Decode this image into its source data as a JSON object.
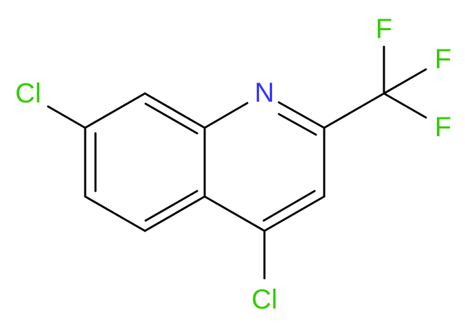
{
  "molecule": {
    "atoms": {
      "cl7": {
        "label": "Cl",
        "color": "#33cc00"
      },
      "n1": {
        "label": "N",
        "color": "#3333ff"
      },
      "cl4": {
        "label": "Cl",
        "color": "#33cc00"
      },
      "f_top": {
        "label": "F",
        "color": "#33cc00"
      },
      "f_right": {
        "label": "F",
        "color": "#33cc00"
      },
      "f_bottom": {
        "label": "F",
        "color": "#33cc00"
      }
    }
  }
}
